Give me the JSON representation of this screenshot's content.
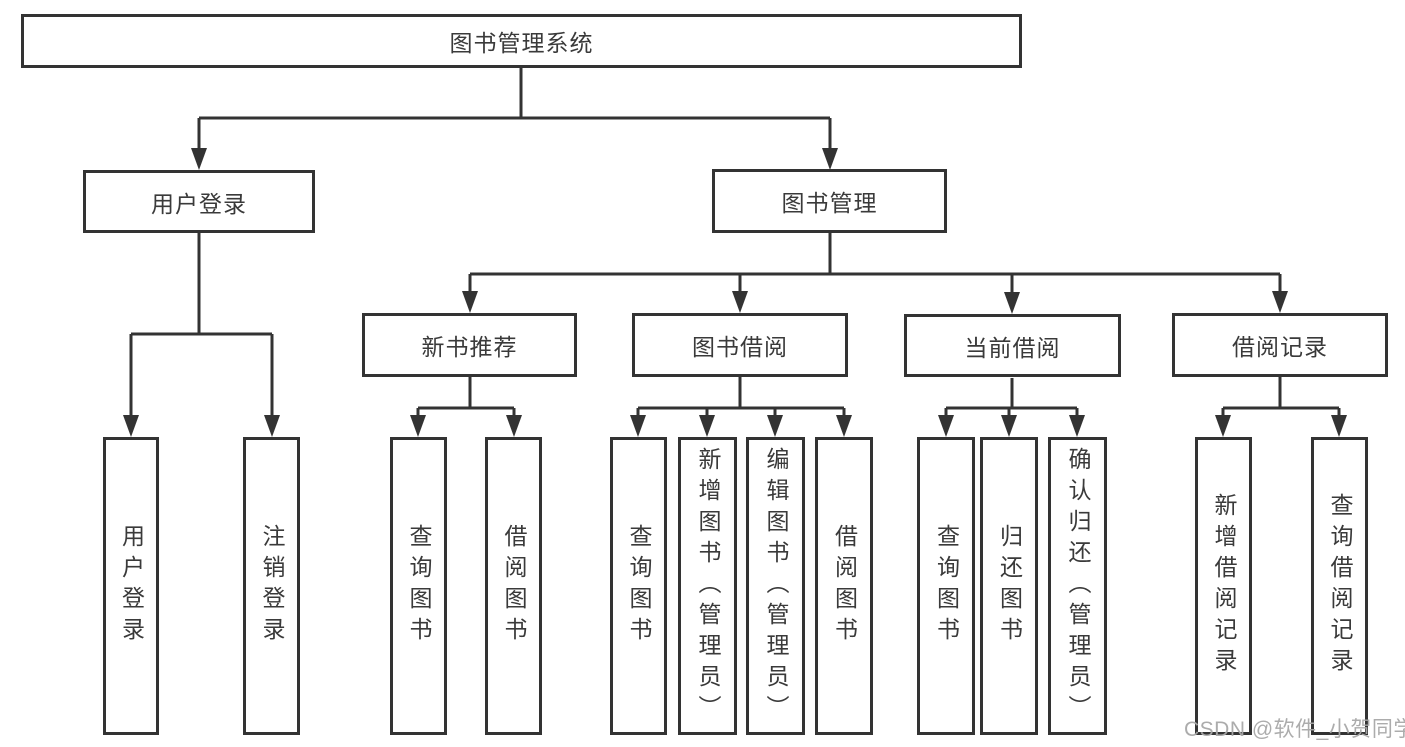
{
  "diagram": {
    "title": "图书管理系统",
    "nodes": {
      "root": {
        "label": "图书管理系统"
      },
      "login": {
        "label": "用户登录"
      },
      "mgmt": {
        "label": "图书管理"
      },
      "rec": {
        "label": "新书推荐"
      },
      "borrow": {
        "label": "图书借阅"
      },
      "current": {
        "label": "当前借阅"
      },
      "records": {
        "label": "借阅记录"
      },
      "login_user": {
        "label": "用户登录"
      },
      "login_logout": {
        "label": "注销登录"
      },
      "rec_query": {
        "label": "查询图书"
      },
      "rec_borrow": {
        "label": "借阅图书"
      },
      "borrow_query": {
        "label": "查询图书"
      },
      "borrow_add": {
        "label": "新增图书（管理员）"
      },
      "borrow_edit": {
        "label": "编辑图书（管理员）"
      },
      "borrow_lend": {
        "label": "借阅图书"
      },
      "current_query": {
        "label": "查询图书"
      },
      "current_return": {
        "label": "归还图书"
      },
      "current_confirm": {
        "label": "确认归还（管理员）"
      },
      "records_add": {
        "label": "新增借阅记录"
      },
      "records_query": {
        "label": "查询借阅记录"
      }
    },
    "edges": [
      [
        "root",
        "login"
      ],
      [
        "root",
        "mgmt"
      ],
      [
        "login",
        "login_user"
      ],
      [
        "login",
        "login_logout"
      ],
      [
        "mgmt",
        "rec"
      ],
      [
        "mgmt",
        "borrow"
      ],
      [
        "mgmt",
        "current"
      ],
      [
        "mgmt",
        "records"
      ],
      [
        "rec",
        "rec_query"
      ],
      [
        "rec",
        "rec_borrow"
      ],
      [
        "borrow",
        "borrow_query"
      ],
      [
        "borrow",
        "borrow_add"
      ],
      [
        "borrow",
        "borrow_edit"
      ],
      [
        "borrow",
        "borrow_lend"
      ],
      [
        "current",
        "current_query"
      ],
      [
        "current",
        "current_return"
      ],
      [
        "current",
        "current_confirm"
      ],
      [
        "records",
        "records_add"
      ],
      [
        "records",
        "records_query"
      ]
    ]
  },
  "watermark": {
    "text": "CSDN @软件_小贺同学"
  },
  "colors": {
    "line": "#333333",
    "text": "#3a3a3a",
    "watermark": "#a8a8a8",
    "background": "#ffffff"
  }
}
